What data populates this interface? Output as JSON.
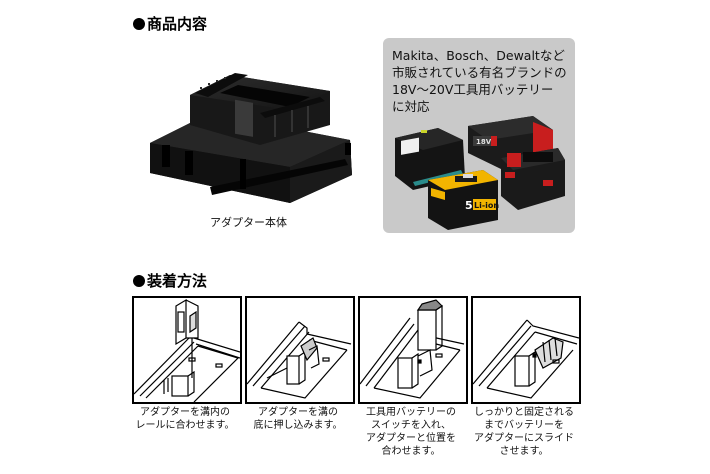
{
  "contents_section": {
    "heading": "商品内容",
    "adapter_caption": "アダプター本体",
    "compat_box": {
      "lines": [
        "Makita、Bosch、Dewaltなど",
        "市販されている有名ブランドの",
        "18V〜20V工具用バッテリー",
        "に対応"
      ],
      "battery_labels": {
        "makita": "",
        "bosch": "18V",
        "dewalt": "5 Li-ion"
      },
      "background_color": "#c9c9c9"
    }
  },
  "install_section": {
    "heading": "装着方法",
    "steps": [
      {
        "lines": [
          "アダプターを溝内の",
          "レールに合わせます。"
        ]
      },
      {
        "lines": [
          "アダプターを溝の",
          "底に押し込みます。"
        ]
      },
      {
        "lines": [
          "工具用バッテリーの",
          "スイッチを入れ、",
          "アダプターと位置を",
          "合わせます。"
        ]
      },
      {
        "lines": [
          "しっかりと固定される",
          "までバッテリーを",
          "アダプターにスライド",
          "させます。"
        ]
      }
    ]
  },
  "colors": {
    "accent_red": "#d42020",
    "accent_yellow": "#f2b400",
    "makita_teal": "#2a8c8c"
  }
}
